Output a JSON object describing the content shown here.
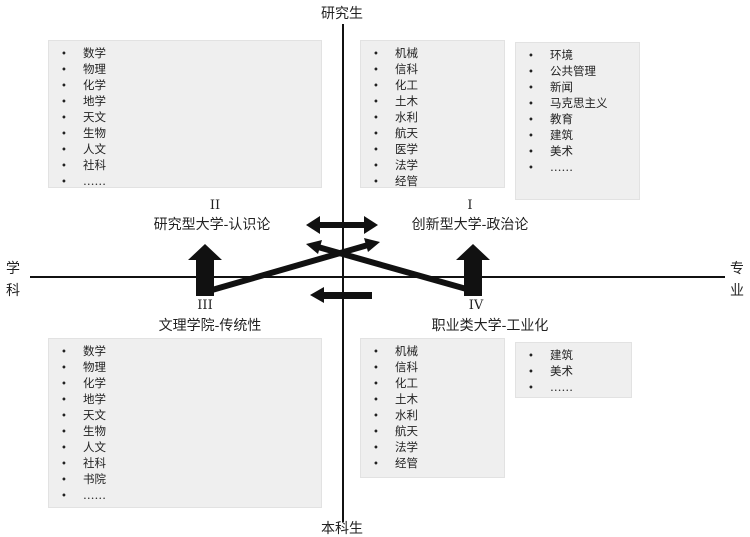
{
  "axes": {
    "top": "研究生",
    "bottom": "本科生",
    "left": [
      "学",
      "科"
    ],
    "right": [
      "专",
      "业"
    ]
  },
  "quadrants": {
    "I": {
      "numeral": "I",
      "label": "创新型大学-政治论"
    },
    "II": {
      "numeral": "II",
      "label": "研究型大学-认识论"
    },
    "III": {
      "numeral": "III",
      "label": "文理学院-传统性"
    },
    "IV": {
      "numeral": "IV",
      "label": "职业类大学-工业化"
    }
  },
  "lists": {
    "top_left": [
      "数学",
      "物理",
      "化学",
      "地学",
      "天文",
      "生物",
      "人文",
      "社科",
      "……"
    ],
    "top_right_a": [
      "机械",
      "信科",
      "化工",
      "土木",
      "水利",
      "航天",
      "医学",
      "法学",
      "经管"
    ],
    "top_right_b": [
      "环境",
      "公共管理",
      "新闻",
      "马克思主义",
      "教育",
      "建筑",
      "美术",
      "……"
    ],
    "bottom_left": [
      "数学",
      "物理",
      "化学",
      "地学",
      "天文",
      "生物",
      "人文",
      "社科",
      "书院",
      "……"
    ],
    "bottom_right_a": [
      "机械",
      "信科",
      "化工",
      "土木",
      "水利",
      "航天",
      "法学",
      "经管"
    ],
    "bottom_right_b": [
      "建筑",
      "美术",
      "……"
    ]
  }
}
